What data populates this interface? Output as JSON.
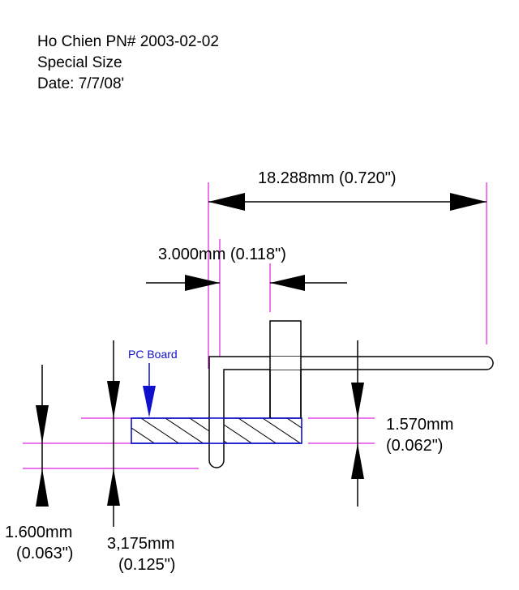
{
  "header": {
    "line1": "Ho Chien PN# 2003-02-02",
    "line2": "Special Size",
    "line3": "Date: 7/7/08'"
  },
  "labels": {
    "pc_board": "PC Board",
    "overall_length": "18.288mm (0.720\")",
    "pin_offset": "3.000mm (0.118\")",
    "board_thickness_mm": "1.570mm",
    "board_thickness_in": "(0.062\")",
    "pin_tail_mm": "1.600mm",
    "pin_tail_in": "(0.063\")",
    "pin_depth_mm": "3,175mm",
    "pin_depth_in": "(0.125\")"
  },
  "colors": {
    "extension_lines": "#e020e0",
    "pc_board_outline": "#1010cc",
    "lines": "#000000"
  }
}
